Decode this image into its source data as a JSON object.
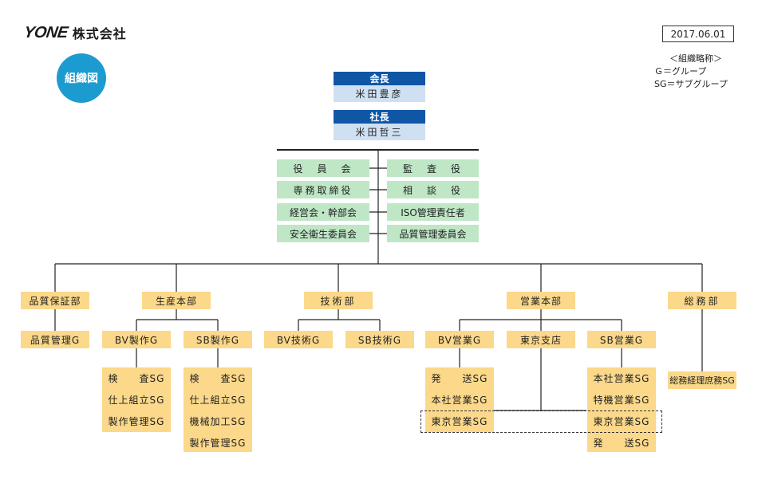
{
  "header": {
    "logo_mark": "YONE",
    "company_name": "株式会社",
    "badge_label": "組織図",
    "date": "2017.06.01"
  },
  "legend": {
    "title": "＜組織略称＞",
    "g": "Ｇ＝グループ",
    "sg": "SG＝サブグループ"
  },
  "executives": {
    "chairman_title": "会長",
    "chairman_name": "米田豊彦",
    "president_title": "社長",
    "president_name": "米田哲三"
  },
  "committees": {
    "left": [
      "役　員　会",
      "専務取締役",
      "経営会・幹部会",
      "安全衛生委員会"
    ],
    "right": [
      "監　査　役",
      "相　談　役",
      "ISO管理責任者",
      "品質管理委員会"
    ]
  },
  "departments": {
    "qa": {
      "name": "品質保証部",
      "groups": [
        "品質管理G"
      ]
    },
    "production": {
      "name": "生産本部",
      "groups": [
        {
          "name": "BV製作G",
          "subgroups": [
            "検　　査SG",
            "仕上組立SG",
            "製作管理SG"
          ]
        },
        {
          "name": "SB製作G",
          "subgroups": [
            "検　　査SG",
            "仕上組立SG",
            "機械加工SG",
            "製作管理SG"
          ]
        }
      ]
    },
    "technical": {
      "name": "技術部",
      "groups": [
        "BV技術G",
        "SB技術G"
      ]
    },
    "sales": {
      "name": "営業本部",
      "groups": [
        {
          "name": "BV営業G",
          "subgroups": [
            "発　　送SG",
            "本社営業SG",
            "東京営業SG"
          ]
        },
        {
          "name": "東京支店",
          "subgroups": []
        },
        {
          "name": "SB営業G",
          "subgroups": [
            "本社営業SG",
            "特機営業SG",
            "東京営業SG",
            "発　　送SG"
          ]
        }
      ]
    },
    "general_affairs": {
      "name": "総務部",
      "groups": [
        "総務経理庶務SG"
      ]
    }
  },
  "colors": {
    "exec_header": "#0f56a6",
    "exec_name": "#cfe0f2",
    "committee": "#bfe7c6",
    "unit": "#fbd88a",
    "badge": "#1c9bd0"
  }
}
